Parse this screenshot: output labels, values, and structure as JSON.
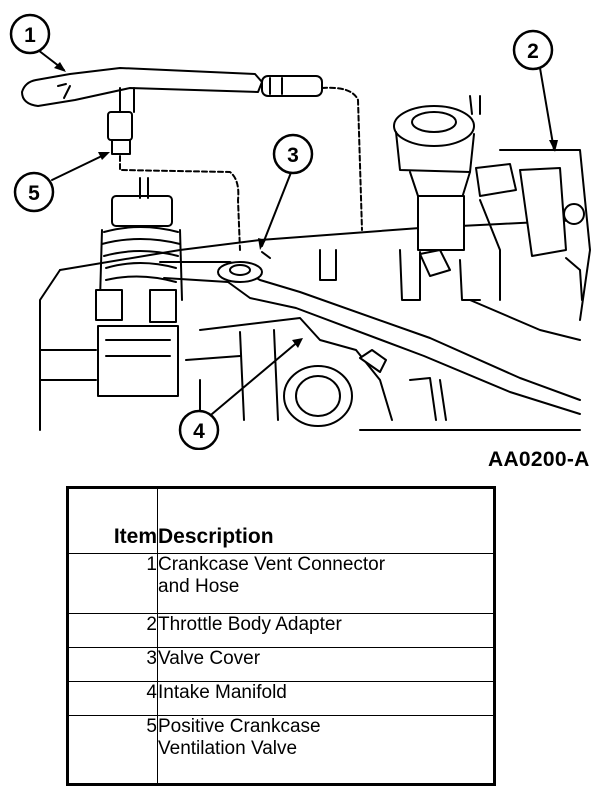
{
  "diagram": {
    "figure_id": "AA0200-A",
    "callouts": [
      {
        "number": "1"
      },
      {
        "number": "2"
      },
      {
        "number": "3"
      },
      {
        "number": "4"
      },
      {
        "number": "5"
      }
    ]
  },
  "table": {
    "headers": {
      "item": "Item",
      "description": "Description"
    },
    "rows": [
      {
        "item": "1",
        "lines": [
          "Crankcase Vent Connector",
          "and Hose"
        ]
      },
      {
        "item": "2",
        "lines": [
          "Throttle Body Adapter"
        ]
      },
      {
        "item": "3",
        "lines": [
          "Valve Cover"
        ]
      },
      {
        "item": "4",
        "lines": [
          "Intake Manifold"
        ]
      },
      {
        "item": "5",
        "lines": [
          "Positive Crankcase",
          "Ventilation Valve"
        ]
      }
    ]
  }
}
